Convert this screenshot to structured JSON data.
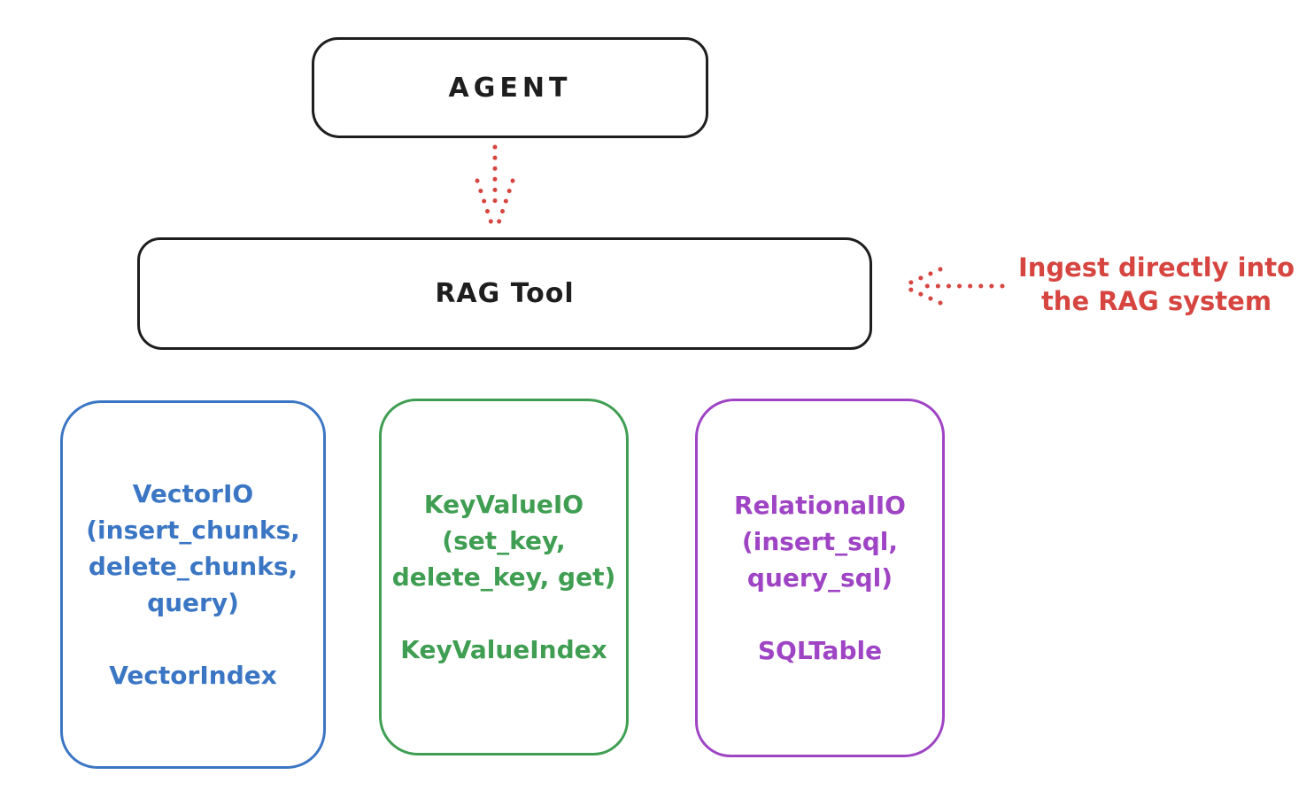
{
  "colors": {
    "background": "#ffffff",
    "ink": "#1e1e1e",
    "red": "#d64540",
    "blue": "#3b76c4",
    "green": "#3f9e52",
    "purple": "#9e44c4"
  },
  "agent_box": {
    "label": "AGENT"
  },
  "rag_tool_box": {
    "label": "RAG Tool"
  },
  "annotation": {
    "lines": [
      "Ingest directly into",
      "the RAG system"
    ]
  },
  "vector_box": {
    "io_lines": [
      "VectorIO",
      "(insert_chunks,",
      "delete_chunks,",
      "query)"
    ],
    "index_label": "VectorIndex"
  },
  "keyvalue_box": {
    "io_lines": [
      "KeyValueIO",
      "(set_key,",
      "delete_key, get)"
    ],
    "index_label": "KeyValueIndex"
  },
  "relational_box": {
    "io_lines": [
      "RelationalIO",
      "(insert_sql,",
      "query_sql)"
    ],
    "index_label": "SQLTable"
  },
  "icons": {
    "arrow_down": "dotted-arrow-down",
    "arrow_left": "dotted-arrow-left"
  }
}
